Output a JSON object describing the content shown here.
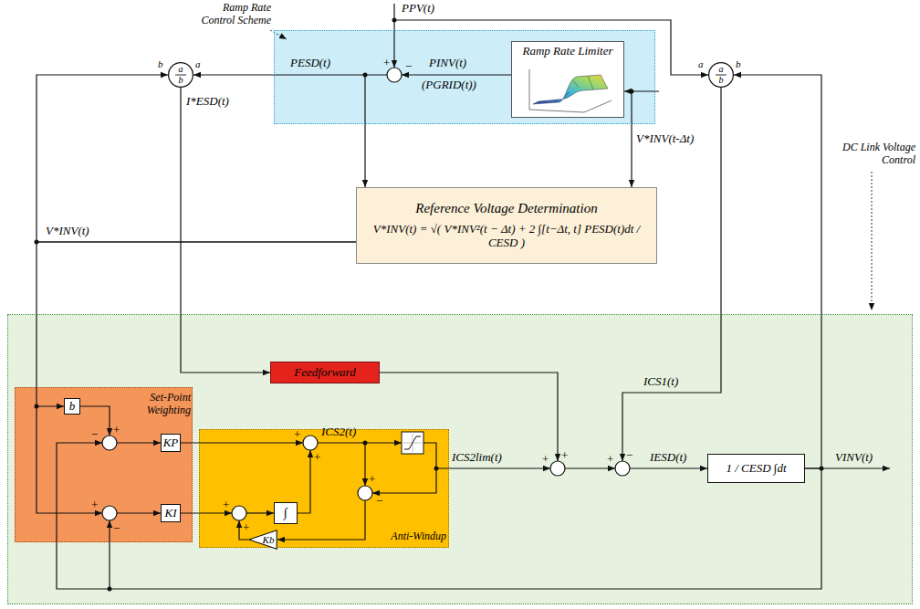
{
  "diagram": {
    "nodes": [
      {
        "text": [
          "Ramp Rate Control Scheme"
        ]
      },
      {
        "text": [
          "Ramp Rate Limiter"
        ],
        "in": 0
      },
      {
        "text": [
          "a",
          "b"
        ]
      },
      {
        "text": [
          "a",
          "b"
        ]
      },
      {
        "text": [
          "Reference Voltage Determination",
          "V*INV(t) = √( V*INV²(t − Δt) + 2 ∫[t−Δt, t] PESD(t)dt / CESD )"
        ]
      },
      {
        "text": [
          "DC Link Voltage Control"
        ]
      },
      {
        "text": [
          "Feedforward"
        ],
        "in": 5
      },
      {
        "text": [
          "Set-Point Weighting"
        ],
        "in": 5
      },
      {
        "text": [
          "b"
        ],
        "in": 7
      },
      {
        "text": [
          "KP"
        ],
        "in": 7
      },
      {
        "text": [
          "KI"
        ],
        "in": 7
      },
      {
        "text": [
          "Anti-Windup"
        ],
        "in": 5
      },
      {
        "text": [
          "∫"
        ],
        "in": 11
      },
      {
        "text": [
          "Kb"
        ],
        "in": 11
      },
      {
        "text": [
          "1 / CESD ∫dt"
        ],
        "in": 5
      }
    ],
    "edges": [
      {
        "from": 0,
        "to": 2,
        "arrow": "to"
      },
      {
        "from": 0,
        "to": 4,
        "arrow": "to"
      },
      {
        "from": 4,
        "to": 2,
        "arrow": "to"
      },
      {
        "from": 4,
        "to": 8,
        "arrow": "to"
      },
      {
        "from": 2,
        "to": 6,
        "arrow": "to"
      },
      {
        "from": 14,
        "to": 3,
        "arrow": "to"
      }
    ],
    "labels": [
      "PPV(t)",
      "PESD(t)",
      "PINV(t)",
      "(PGRID(t))",
      "V*INV(t-Δt)",
      "I*ESD(t)",
      "V*INV(t)",
      "ICS1(t)",
      "ICS2lim(t)",
      "ICS2(t)",
      "IESD(t)",
      "VINV(t)",
      "b",
      "a",
      "a",
      "b",
      "+",
      "−",
      "+",
      "+",
      "+",
      "−",
      "+",
      "−",
      "+",
      "−",
      "+",
      "+",
      "+",
      "+",
      "+",
      "−"
    ]
  }
}
